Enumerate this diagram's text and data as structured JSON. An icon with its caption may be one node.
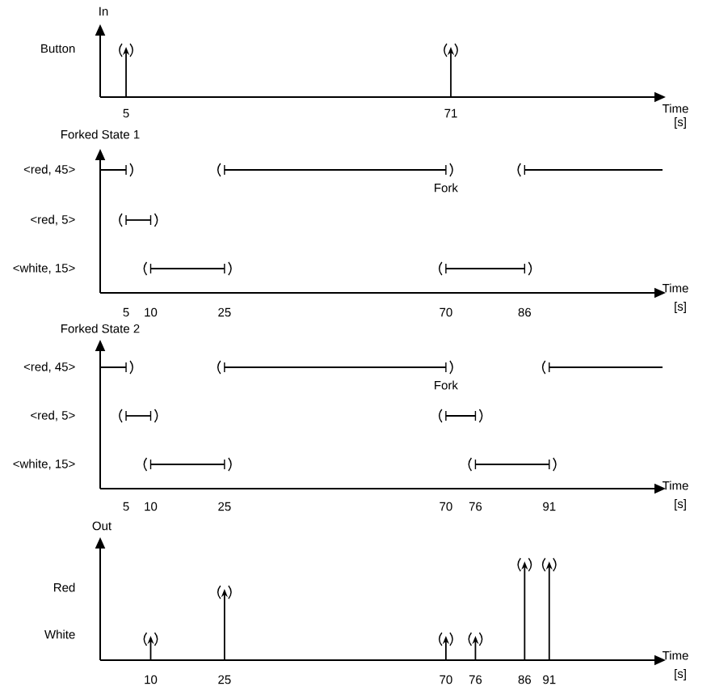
{
  "diagram": {
    "labels": [
      "In",
      "Button",
      "5",
      "71",
      "Time",
      "[s]",
      "Forked State 1",
      "<red, 45>",
      "Fork",
      "<red, 5>",
      "<white, 15>",
      "5",
      "10",
      "25",
      "70",
      "86",
      "Time",
      "[s]",
      "Forked State 2",
      "<red, 45>",
      "Fork",
      "<red, 5>",
      "<white, 15>",
      "5",
      "10",
      "25",
      "70",
      "76",
      "91",
      "Time",
      "[s]",
      "Out",
      "Red",
      "White",
      "10",
      "25",
      "70",
      "76",
      "86",
      "91",
      "Time",
      "[s]"
    ]
  }
}
